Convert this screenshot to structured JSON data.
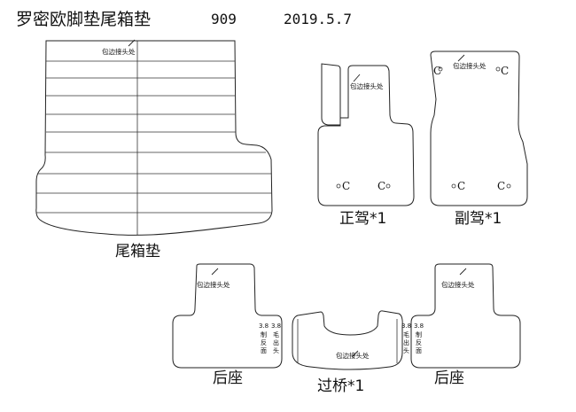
{
  "header": {
    "title": "罗密欧脚垫尾箱垫",
    "code": "909",
    "date": "2019.5.7"
  },
  "note_text": "包边接头处",
  "clip_mark": "C",
  "side_note": {
    "num": "3.8",
    "line1": "制反面",
    "line2": "毛出头"
  },
  "pieces": {
    "trunk": {
      "label": "尾箱垫"
    },
    "driver": {
      "label": "正驾*1"
    },
    "passenger": {
      "label": "副驾*1"
    },
    "rear_left": {
      "label": "后座"
    },
    "bridge": {
      "label": "过桥*1"
    },
    "rear_right": {
      "label": "后座"
    }
  }
}
